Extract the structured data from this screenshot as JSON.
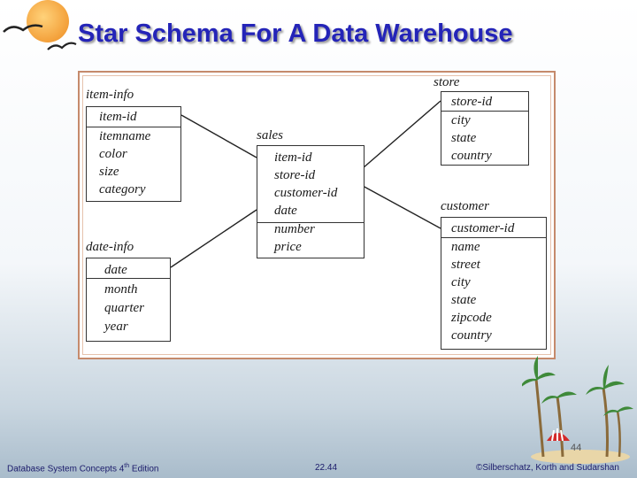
{
  "slide": {
    "title": "Star Schema For A Data Warehouse",
    "page_number": "44",
    "footer_left": "Database System Concepts 4",
    "footer_left_sup": "th",
    "footer_left_end": " Edition",
    "footer_center": "22.44",
    "footer_right": "©Silberschatz, Korth and Sudarshan"
  },
  "diagram": {
    "tables": {
      "item_info": {
        "name": "item-info",
        "key": "item-id",
        "fields": [
          "itemname",
          "color",
          "size",
          "category"
        ]
      },
      "date_info": {
        "name": "date-info",
        "key": "date",
        "fields": [
          "month",
          "quarter",
          "year"
        ]
      },
      "sales": {
        "name": "sales",
        "keys": [
          "item-id",
          "store-id",
          "customer-id",
          "date"
        ],
        "fields": [
          "number",
          "price"
        ]
      },
      "store": {
        "name": "store",
        "key": "store-id",
        "fields": [
          "city",
          "state",
          "country"
        ]
      },
      "customer": {
        "name": "customer",
        "key": "customer-id",
        "fields": [
          "name",
          "street",
          "city",
          "state",
          "zipcode",
          "country"
        ]
      }
    },
    "relationships": [
      {
        "from": "sales.item-id",
        "to": "item-info.item-id"
      },
      {
        "from": "sales.date",
        "to": "date-info.date"
      },
      {
        "from": "sales.store-id",
        "to": "store.store-id"
      },
      {
        "from": "sales.customer-id",
        "to": "customer.customer-id"
      }
    ]
  }
}
